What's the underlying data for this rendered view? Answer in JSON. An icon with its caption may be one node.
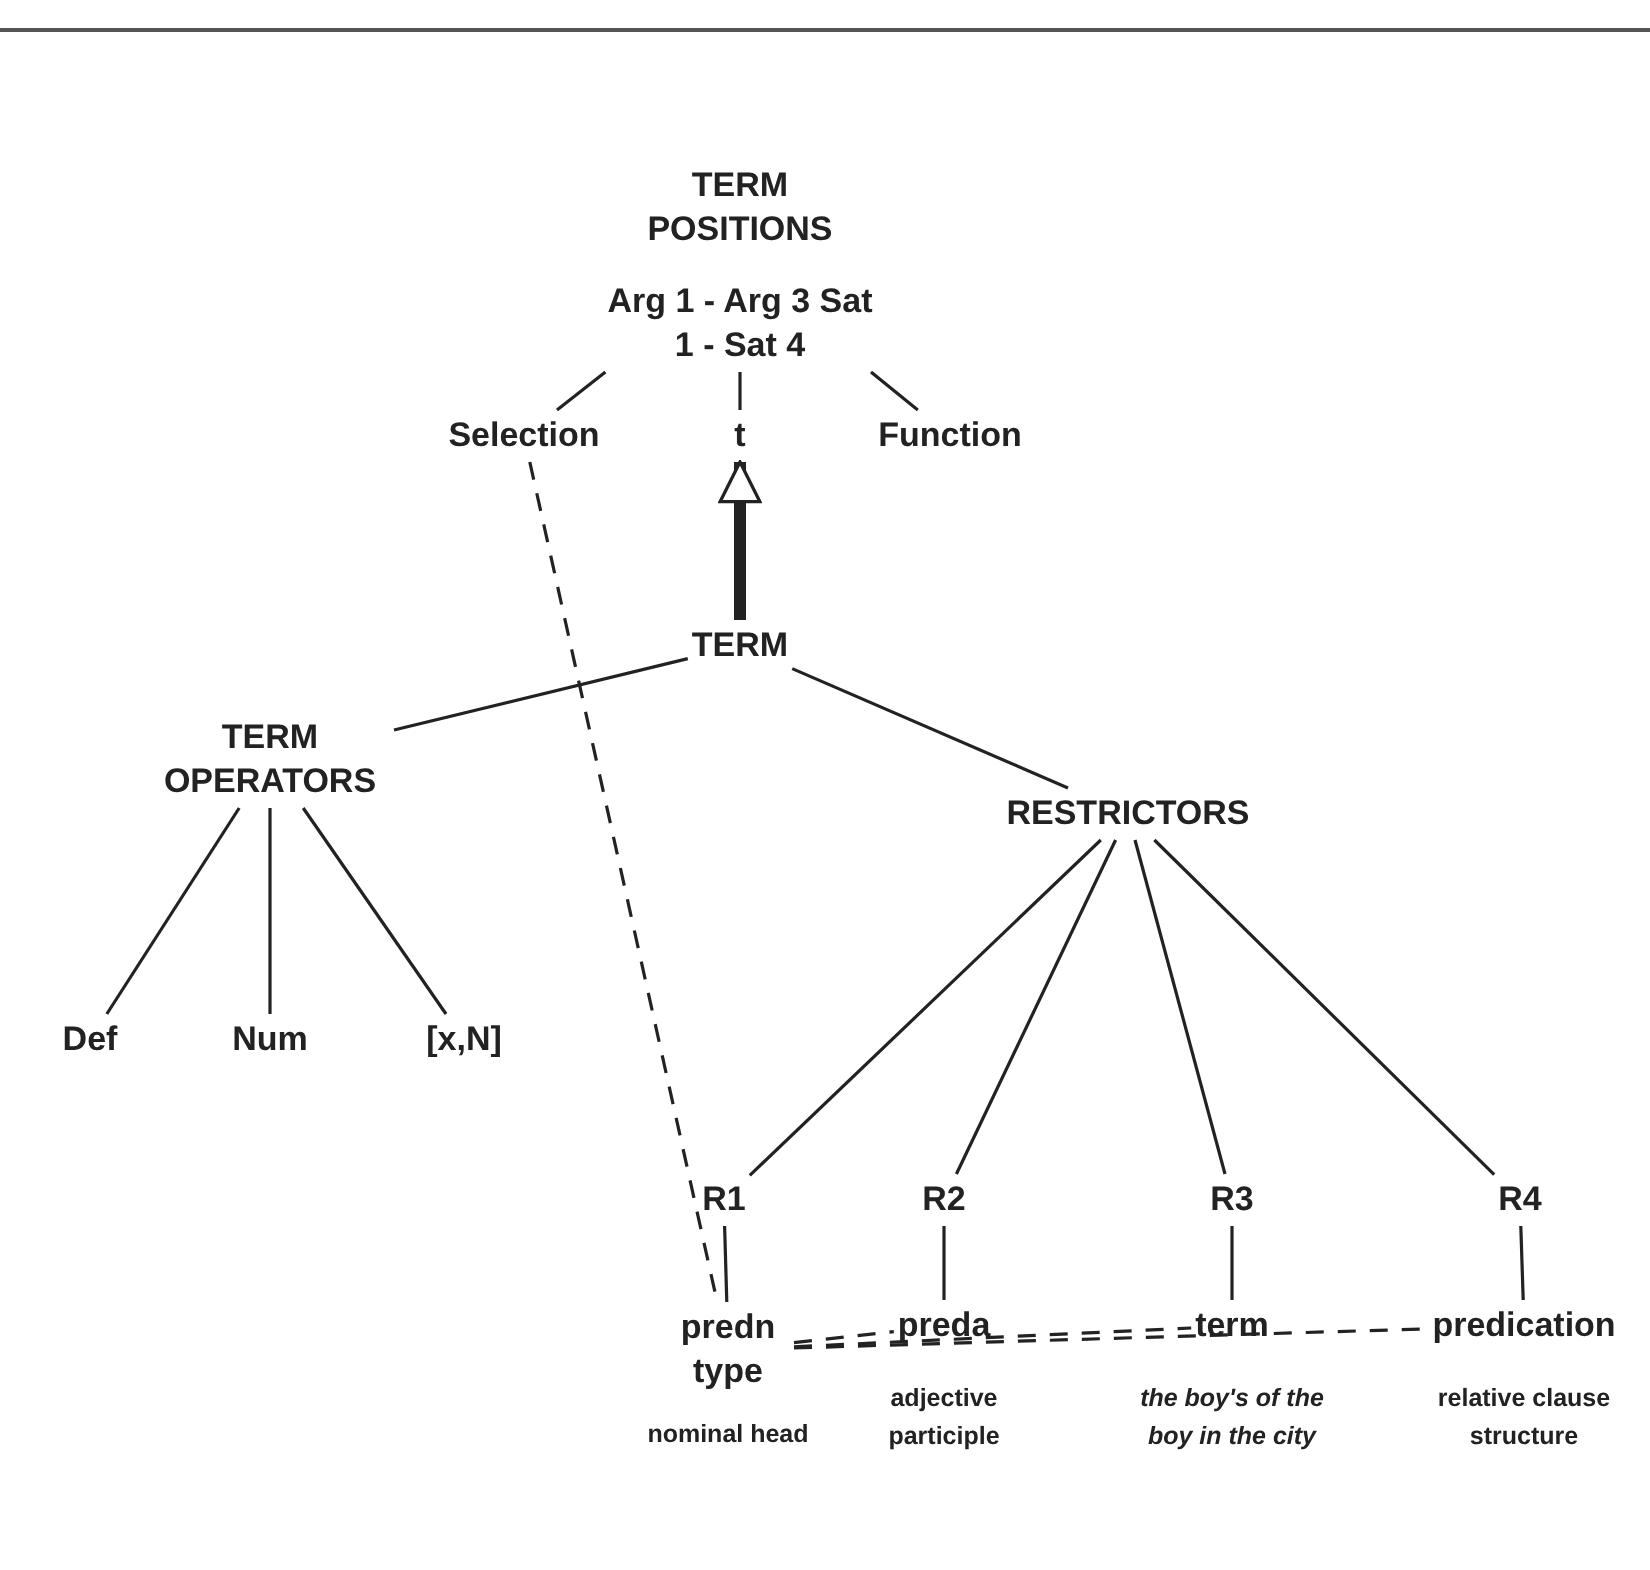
{
  "diagram": {
    "nodes": [
      {
        "text": [
          "TERM POSITIONS",
          "Arg 1 - Arg 3 Sat 1 - Sat 4"
        ]
      },
      {
        "text": [
          "Selection"
        ]
      },
      {
        "text": [
          "t"
        ]
      },
      {
        "text": [
          "Function"
        ]
      },
      {
        "text": [
          "TERM"
        ]
      },
      {
        "text": [
          "TERM OPERATORS"
        ]
      },
      {
        "text": [
          "RESTRICTORS"
        ]
      },
      {
        "text": [
          "Def"
        ]
      },
      {
        "text": [
          "Num"
        ]
      },
      {
        "text": [
          "[x,N]"
        ]
      },
      {
        "text": [
          "R1"
        ]
      },
      {
        "text": [
          "R2"
        ]
      },
      {
        "text": [
          "R3"
        ]
      },
      {
        "text": [
          "R4"
        ]
      },
      {
        "text": [
          "predn type"
        ],
        "beside": [
          "nominal head"
        ]
      },
      {
        "text": [
          "preda"
        ],
        "beside": [
          "adjective participle"
        ]
      },
      {
        "text": [
          "term"
        ],
        "beside": [
          "the boy's of the boy in the city"
        ]
      },
      {
        "text": [
          "predication"
        ],
        "beside": [
          "relative clause structure"
        ]
      }
    ],
    "edges": [
      {
        "from": 0,
        "to": 1,
        "arrow": "none"
      },
      {
        "from": 0,
        "to": 2,
        "arrow": "none"
      },
      {
        "from": 0,
        "to": 3,
        "arrow": "none"
      },
      {
        "from": 4,
        "to": 2,
        "arrow": "to",
        "style": "thick"
      },
      {
        "from": 4,
        "to": 5,
        "arrow": "none"
      },
      {
        "from": 4,
        "to": 6,
        "arrow": "none"
      },
      {
        "from": 5,
        "to": 7,
        "arrow": "none"
      },
      {
        "from": 5,
        "to": 8,
        "arrow": "none"
      },
      {
        "from": 5,
        "to": 9,
        "arrow": "none"
      },
      {
        "from": 6,
        "to": 10,
        "arrow": "none"
      },
      {
        "from": 6,
        "to": 11,
        "arrow": "none"
      },
      {
        "from": 6,
        "to": 12,
        "arrow": "none"
      },
      {
        "from": 6,
        "to": 13,
        "arrow": "none"
      },
      {
        "from": 10,
        "to": 14,
        "arrow": "none"
      },
      {
        "from": 11,
        "to": 15,
        "arrow": "none"
      },
      {
        "from": 12,
        "to": 16,
        "arrow": "none"
      },
      {
        "from": 13,
        "to": 17,
        "arrow": "none"
      },
      {
        "from": 1,
        "to": 14,
        "arrow": "none",
        "style": "dashed"
      },
      {
        "from": 14,
        "to": 15,
        "arrow": "none",
        "style": "dashed"
      },
      {
        "from": 14,
        "to": 16,
        "arrow": "none",
        "style": "dashed"
      },
      {
        "from": 14,
        "to": 17,
        "arrow": "none",
        "style": "dashed"
      }
    ]
  }
}
